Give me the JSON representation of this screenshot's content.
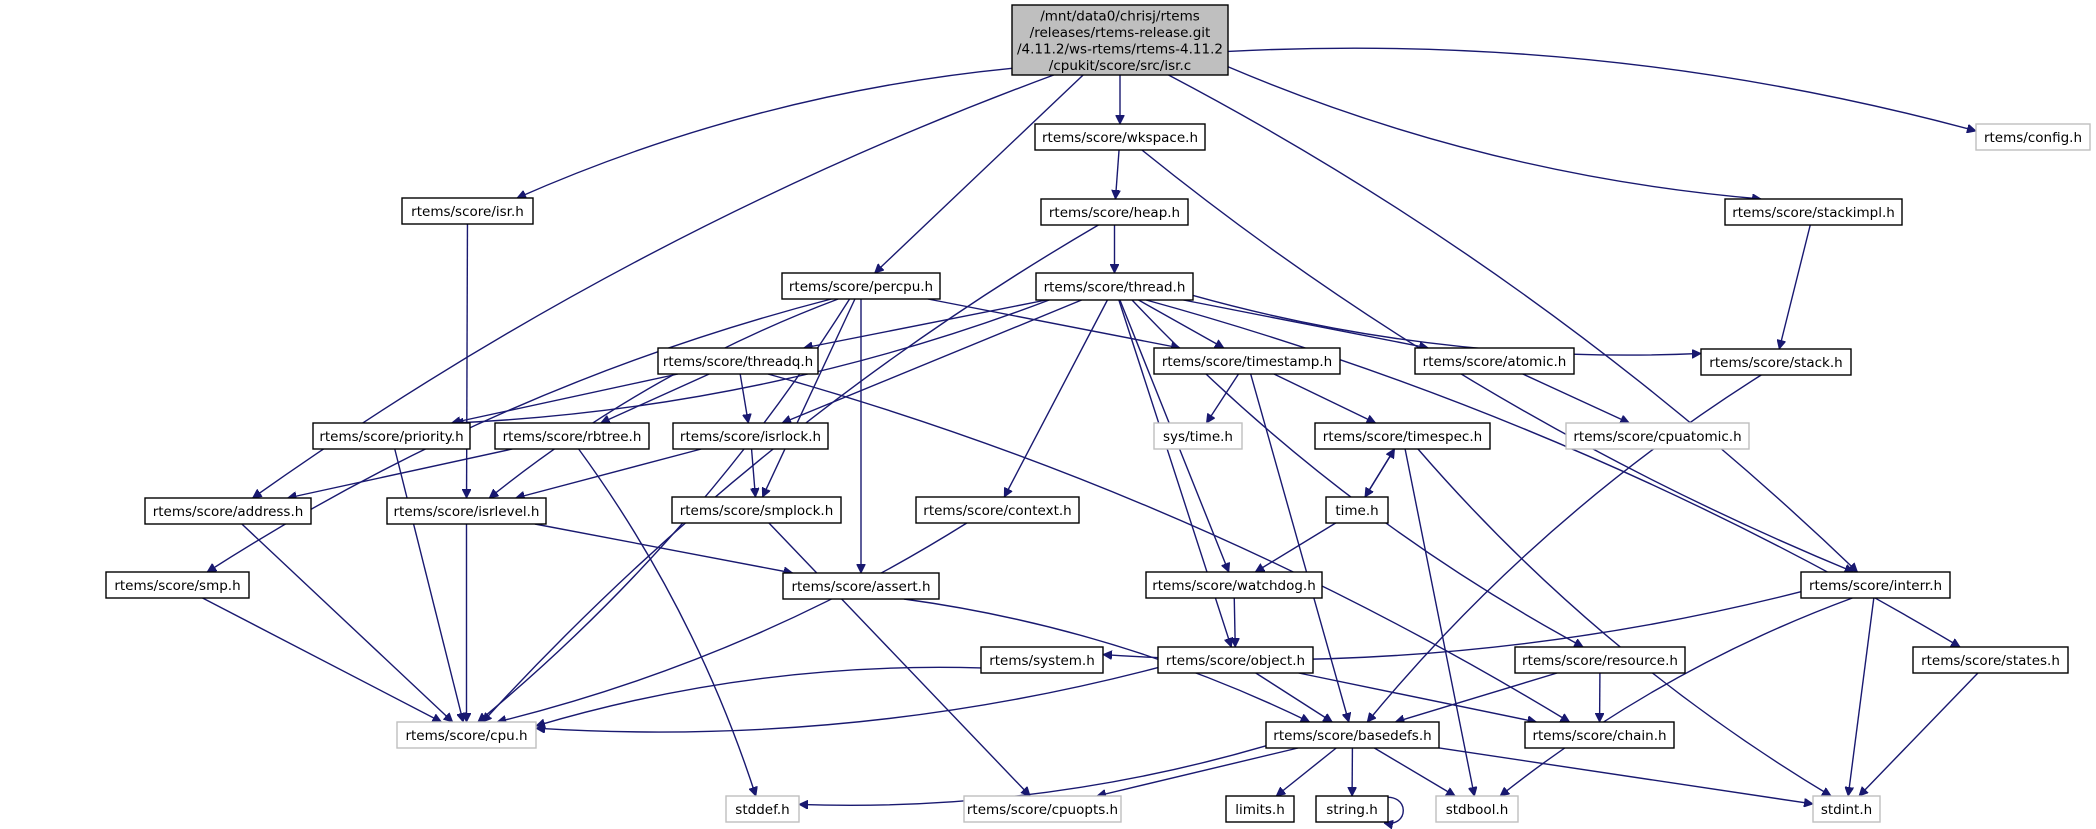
{
  "title": "Include dependency graph for isr.c",
  "colors": {
    "edge": "#191970",
    "root_fill": "#bfbfbf",
    "node_border": "#000000",
    "external_border": "#bfbfbf"
  },
  "nodes": [
    {
      "id": "root",
      "label": [
        "/mnt/data0/chrisj/rtems",
        "/releases/rtems-release.git",
        "/4.11.2/ws-rtems/rtems-4.11.2",
        "/cpukit/score/src/isr.c"
      ],
      "kind": "root"
    },
    {
      "id": "wkspace",
      "label": [
        "rtems/score/wkspace.h"
      ],
      "kind": "local"
    },
    {
      "id": "config",
      "label": [
        "rtems/config.h"
      ],
      "kind": "external"
    },
    {
      "id": "isr",
      "label": [
        "rtems/score/isr.h"
      ],
      "kind": "local"
    },
    {
      "id": "heap",
      "label": [
        "rtems/score/heap.h"
      ],
      "kind": "local"
    },
    {
      "id": "stackimpl",
      "label": [
        "rtems/score/stackimpl.h"
      ],
      "kind": "local"
    },
    {
      "id": "percpu",
      "label": [
        "rtems/score/percpu.h"
      ],
      "kind": "local"
    },
    {
      "id": "thread",
      "label": [
        "rtems/score/thread.h"
      ],
      "kind": "local"
    },
    {
      "id": "threadq",
      "label": [
        "rtems/score/threadq.h"
      ],
      "kind": "local"
    },
    {
      "id": "timestamp",
      "label": [
        "rtems/score/timestamp.h"
      ],
      "kind": "local"
    },
    {
      "id": "atomic",
      "label": [
        "rtems/score/atomic.h"
      ],
      "kind": "local"
    },
    {
      "id": "stack",
      "label": [
        "rtems/score/stack.h"
      ],
      "kind": "local"
    },
    {
      "id": "priority",
      "label": [
        "rtems/score/priority.h"
      ],
      "kind": "local"
    },
    {
      "id": "rbtree",
      "label": [
        "rtems/score/rbtree.h"
      ],
      "kind": "local"
    },
    {
      "id": "isrlock",
      "label": [
        "rtems/score/isrlock.h"
      ],
      "kind": "local"
    },
    {
      "id": "systime",
      "label": [
        "sys/time.h"
      ],
      "kind": "external"
    },
    {
      "id": "timespec",
      "label": [
        "rtems/score/timespec.h"
      ],
      "kind": "local"
    },
    {
      "id": "cpuatomic",
      "label": [
        "rtems/score/cpuatomic.h"
      ],
      "kind": "external"
    },
    {
      "id": "address",
      "label": [
        "rtems/score/address.h"
      ],
      "kind": "local"
    },
    {
      "id": "isrlevel",
      "label": [
        "rtems/score/isrlevel.h"
      ],
      "kind": "local"
    },
    {
      "id": "smplock",
      "label": [
        "rtems/score/smplock.h"
      ],
      "kind": "local"
    },
    {
      "id": "context",
      "label": [
        "rtems/score/context.h"
      ],
      "kind": "local"
    },
    {
      "id": "time",
      "label": [
        "time.h"
      ],
      "kind": "local"
    },
    {
      "id": "smp",
      "label": [
        "rtems/score/smp.h"
      ],
      "kind": "local"
    },
    {
      "id": "assert",
      "label": [
        "rtems/score/assert.h"
      ],
      "kind": "local"
    },
    {
      "id": "watchdog",
      "label": [
        "rtems/score/watchdog.h"
      ],
      "kind": "local"
    },
    {
      "id": "interr",
      "label": [
        "rtems/score/interr.h"
      ],
      "kind": "local"
    },
    {
      "id": "system",
      "label": [
        "rtems/system.h"
      ],
      "kind": "local"
    },
    {
      "id": "object",
      "label": [
        "rtems/score/object.h"
      ],
      "kind": "local"
    },
    {
      "id": "resource",
      "label": [
        "rtems/score/resource.h"
      ],
      "kind": "local"
    },
    {
      "id": "states",
      "label": [
        "rtems/score/states.h"
      ],
      "kind": "local"
    },
    {
      "id": "cpu",
      "label": [
        "rtems/score/cpu.h"
      ],
      "kind": "external"
    },
    {
      "id": "basedefs",
      "label": [
        "rtems/score/basedefs.h"
      ],
      "kind": "local"
    },
    {
      "id": "chain",
      "label": [
        "rtems/score/chain.h"
      ],
      "kind": "local"
    },
    {
      "id": "stddef",
      "label": [
        "stddef.h"
      ],
      "kind": "external"
    },
    {
      "id": "cpuopts",
      "label": [
        "rtems/score/cpuopts.h"
      ],
      "kind": "external"
    },
    {
      "id": "limits",
      "label": [
        "limits.h"
      ],
      "kind": "local"
    },
    {
      "id": "string",
      "label": [
        "string.h"
      ],
      "kind": "local"
    },
    {
      "id": "stdbool",
      "label": [
        "stdbool.h"
      ],
      "kind": "external"
    },
    {
      "id": "stdint",
      "label": [
        "stdint.h"
      ],
      "kind": "external"
    }
  ],
  "edges": [
    [
      "root",
      "wkspace"
    ],
    [
      "root",
      "config"
    ],
    [
      "root",
      "isr"
    ],
    [
      "root",
      "percpu"
    ],
    [
      "root",
      "stackimpl"
    ],
    [
      "root",
      "interr"
    ],
    [
      "root",
      "address"
    ],
    [
      "wkspace",
      "heap"
    ],
    [
      "wkspace",
      "interr"
    ],
    [
      "heap",
      "thread"
    ],
    [
      "heap",
      "cpu"
    ],
    [
      "isr",
      "isrlevel"
    ],
    [
      "stackimpl",
      "stack"
    ],
    [
      "percpu",
      "cpu"
    ],
    [
      "percpu",
      "smp"
    ],
    [
      "percpu",
      "smplock"
    ],
    [
      "percpu",
      "timestamp"
    ],
    [
      "percpu",
      "assert"
    ],
    [
      "percpu",
      "isrlevel"
    ],
    [
      "thread",
      "threadq"
    ],
    [
      "thread",
      "timestamp"
    ],
    [
      "thread",
      "atomic"
    ],
    [
      "thread",
      "stack"
    ],
    [
      "thread",
      "priority"
    ],
    [
      "thread",
      "isrlock"
    ],
    [
      "thread",
      "context"
    ],
    [
      "thread",
      "watchdog"
    ],
    [
      "thread",
      "object"
    ],
    [
      "thread",
      "resource"
    ],
    [
      "thread",
      "states"
    ],
    [
      "threadq",
      "priority"
    ],
    [
      "threadq",
      "rbtree"
    ],
    [
      "threadq",
      "isrlock"
    ],
    [
      "threadq",
      "chain"
    ],
    [
      "timestamp",
      "systime"
    ],
    [
      "timestamp",
      "timespec"
    ],
    [
      "timestamp",
      "basedefs"
    ],
    [
      "atomic",
      "cpuatomic"
    ],
    [
      "stack",
      "basedefs"
    ],
    [
      "priority",
      "cpu"
    ],
    [
      "rbtree",
      "address"
    ],
    [
      "rbtree",
      "stddef"
    ],
    [
      "isrlock",
      "smplock"
    ],
    [
      "isrlock",
      "isrlevel"
    ],
    [
      "timespec",
      "time"
    ],
    [
      "timespec",
      "stdbool"
    ],
    [
      "timespec",
      "stdint"
    ],
    [
      "time",
      "timespec"
    ],
    [
      "time",
      "watchdog"
    ],
    [
      "address",
      "cpu"
    ],
    [
      "isrlevel",
      "cpu"
    ],
    [
      "isrlevel",
      "assert"
    ],
    [
      "smplock",
      "cpuopts"
    ],
    [
      "context",
      "cpu"
    ],
    [
      "smp",
      "cpu"
    ],
    [
      "assert",
      "basedefs"
    ],
    [
      "watchdog",
      "object"
    ],
    [
      "interr",
      "system"
    ],
    [
      "interr",
      "stdbool"
    ],
    [
      "interr",
      "stdint"
    ],
    [
      "system",
      "cpu"
    ],
    [
      "object",
      "cpu"
    ],
    [
      "object",
      "basedefs"
    ],
    [
      "object",
      "chain"
    ],
    [
      "resource",
      "basedefs"
    ],
    [
      "resource",
      "chain"
    ],
    [
      "states",
      "stdint"
    ],
    [
      "basedefs",
      "stddef"
    ],
    [
      "basedefs",
      "cpuopts"
    ],
    [
      "basedefs",
      "limits"
    ],
    [
      "basedefs",
      "string"
    ],
    [
      "basedefs",
      "stdbool"
    ],
    [
      "basedefs",
      "stdint"
    ],
    [
      "string",
      "string"
    ]
  ]
}
